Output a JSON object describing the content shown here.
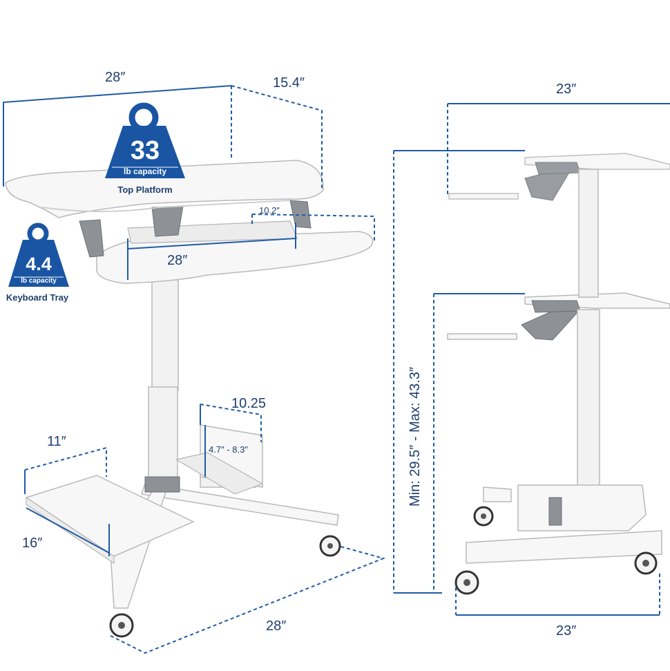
{
  "dimensions": {
    "top_width": "28″",
    "top_depth": "15.4″",
    "tray_depth": "10.2″",
    "tray_width": "28″",
    "cpu_width": "10.25",
    "cpu_range": "4.7″ - 8.3″",
    "mouse_width": "11″",
    "mouse_depth": "16″",
    "base_width": "28″",
    "side_top_depth": "23″",
    "side_height_range": "Min: 29.5″ - Max: 43.3″",
    "side_base_depth": "23″"
  },
  "badges": {
    "top": {
      "value": "33",
      "unit": "lb capacity",
      "caption": "Top Platform"
    },
    "tray": {
      "value": "4.4",
      "unit": "lb capacity",
      "caption": "Keyboard Tray"
    }
  },
  "colors": {
    "accent": "#1a55a3",
    "dimension_line": "#1f5aa6",
    "label_text": "#1f3e6e"
  },
  "icons": [
    "weight-icon",
    "weight-icon"
  ]
}
